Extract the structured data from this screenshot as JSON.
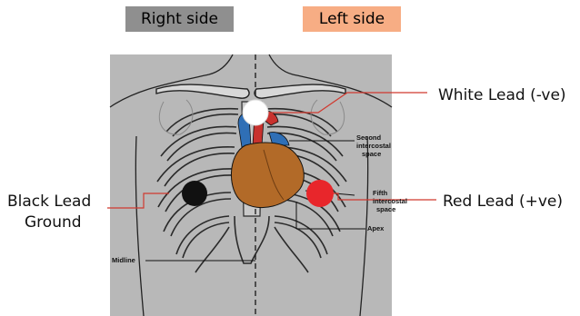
{
  "headers": {
    "right": "Right side",
    "left": "Left side"
  },
  "leads": {
    "white": "White Lead (-ve)",
    "black_line1": "Black Lead",
    "black_line2": "Ground",
    "red": "Red Lead (+ve)"
  },
  "annotations": {
    "second_1": "Second",
    "second_2": "intercostal",
    "second_3": "space",
    "fifth_1": "Fifth",
    "fifth_2": "intercostal",
    "fifth_3": "space",
    "apex": "Apex",
    "midline": "Midline"
  },
  "colors": {
    "right_header_bg": "#8f8f8f",
    "left_header_bg": "#f7ad84",
    "panel_bg": "#b8b8b8",
    "white_electrode": "#ffffff",
    "black_electrode": "#111111",
    "red_electrode": "#e8262b",
    "leader_line": "#d0392f",
    "heart": "#b26a28",
    "vessel_blue": "#2f6fb6",
    "vessel_red": "#c8322e"
  }
}
